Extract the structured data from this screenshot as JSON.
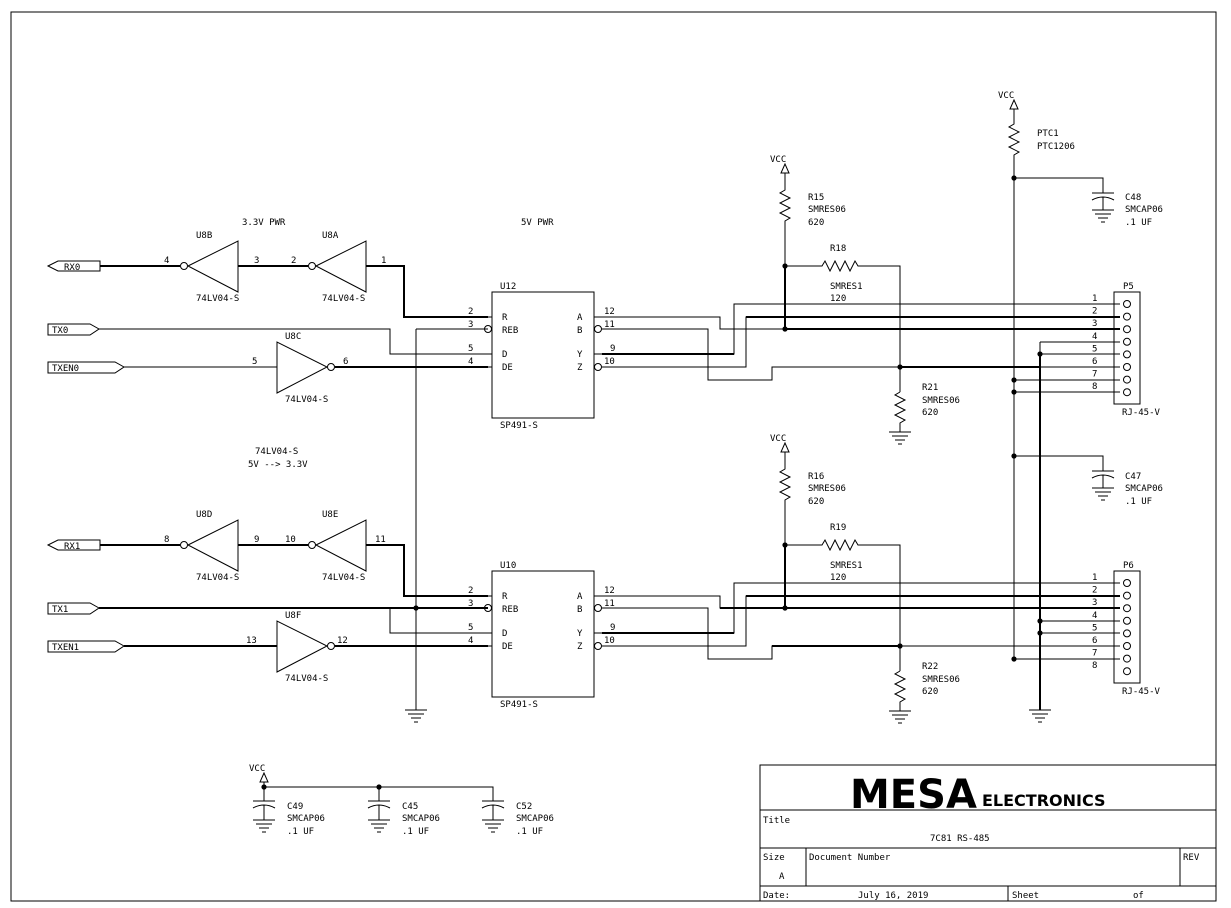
{
  "labels": {
    "pwr33": "3.3V PWR",
    "pwr5": "5V PWR",
    "conv_part": "74LV04-S",
    "conv_desc": "5V --> 3.3V"
  },
  "ports": {
    "rx0": "RX0",
    "tx0": "TX0",
    "txen0": "TXEN0",
    "rx1": "RX1",
    "tx1": "TX1",
    "txen1": "TXEN1"
  },
  "inverters": {
    "u8b": {
      "ref": "U8B",
      "part": "74LV04-S",
      "in": "4",
      "out": "3"
    },
    "u8a": {
      "ref": "U8A",
      "part": "74LV04-S",
      "in": "2",
      "out": "1"
    },
    "u8c": {
      "ref": "U8C",
      "part": "74LV04-S",
      "in": "5",
      "out": "6"
    },
    "u8d": {
      "ref": "U8D",
      "part": "74LV04-S",
      "in": "8",
      "out": "9"
    },
    "u8e": {
      "ref": "U8E",
      "part": "74LV04-S",
      "in": "10",
      "out": "11"
    },
    "u8f": {
      "ref": "U8F",
      "part": "74LV04-S",
      "in": "13",
      "out": "12"
    }
  },
  "transceivers": {
    "u12": {
      "ref": "U12",
      "part": "SP491-S"
    },
    "u10": {
      "ref": "U10",
      "part": "SP491-S"
    },
    "left_pins": [
      {
        "num": "2",
        "name": "R"
      },
      {
        "num": "3",
        "name": "REB"
      },
      {
        "num": "5",
        "name": "D"
      },
      {
        "num": "4",
        "name": "DE"
      }
    ],
    "right_pins": [
      {
        "num": "12",
        "name": "A"
      },
      {
        "num": "11",
        "name": "B"
      },
      {
        "num": "9",
        "name": "Y"
      },
      {
        "num": "10",
        "name": "Z"
      }
    ]
  },
  "resistors": {
    "r15": {
      "ref": "R15",
      "type": "SMRES06",
      "value": "620"
    },
    "r18": {
      "ref": "R18",
      "type": "SMRES1",
      "value": "120"
    },
    "r21": {
      "ref": "R21",
      "type": "SMRES06",
      "value": "620"
    },
    "r16": {
      "ref": "R16",
      "type": "SMRES06",
      "value": "620"
    },
    "r19": {
      "ref": "R19",
      "type": "SMRES1",
      "value": "120"
    },
    "r22": {
      "ref": "R22",
      "type": "SMRES06",
      "value": "620"
    },
    "ptc1": {
      "ref": "PTC1",
      "type": "PTC1206"
    }
  },
  "capacitors": {
    "c48": {
      "ref": "C48",
      "type": "SMCAP06",
      "value": ".1 UF"
    },
    "c47": {
      "ref": "C47",
      "type": "SMCAP06",
      "value": ".1 UF"
    },
    "c49": {
      "ref": "C49",
      "type": "SMCAP06",
      "value": ".1 UF"
    },
    "c45": {
      "ref": "C45",
      "type": "SMCAP06",
      "value": ".1 UF"
    },
    "c52": {
      "ref": "C52",
      "type": "SMCAP06",
      "value": ".1 UF"
    }
  },
  "vcc": "VCC",
  "connectors": {
    "p5": {
      "ref": "P5",
      "part": "RJ-45-V"
    },
    "p6": {
      "ref": "P6",
      "part": "RJ-45-V"
    },
    "pins": [
      "1",
      "2",
      "3",
      "4",
      "5",
      "6",
      "7",
      "8"
    ]
  },
  "title_block": {
    "logo_main": "MESA",
    "logo_sub": "ELECTRONICS",
    "title_label": "Title",
    "title": "7C81 RS-485",
    "size_label": "Size",
    "size": "A",
    "docnum_label": "Document Number",
    "rev_label": "REV",
    "date_label": "Date:",
    "date": "July 16, 2019",
    "sheet_label": "Sheet",
    "of_label": "of"
  }
}
